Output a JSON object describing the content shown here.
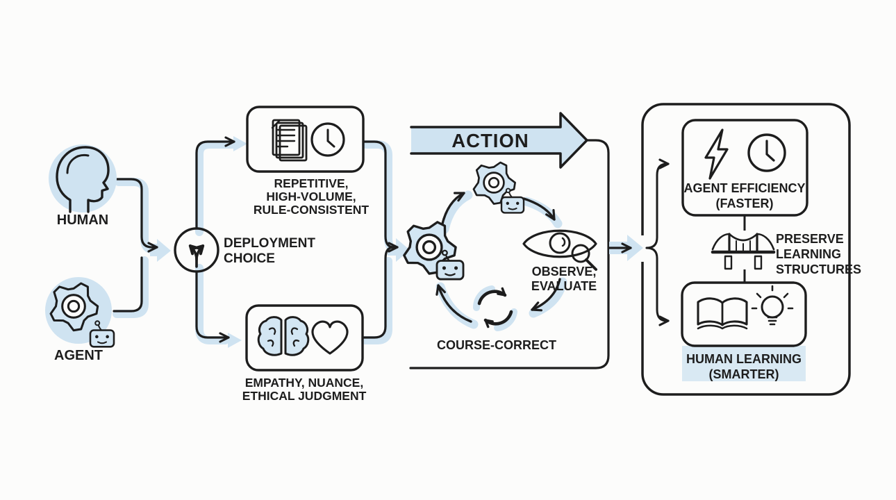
{
  "palette": {
    "accent_blue": "#cfe3f1",
    "box_blue": "#d3e6f3",
    "ink": "#1d1d1d",
    "background": "#fcfcfb"
  },
  "inputs": {
    "human_label": "HUMAN",
    "agent_label": "AGENT"
  },
  "decision": {
    "line1": "DEPLOYMENT",
    "line2": "CHOICE"
  },
  "agent_tasks": {
    "line1": "REPETITIVE,",
    "line2": "HIGH-VOLUME,",
    "line3": "RULE-CONSISTENT"
  },
  "human_tasks": {
    "line1": "EMPATHY, NUANCE,",
    "line2": "ETHICAL JUDGMENT"
  },
  "action": {
    "label": "ACTION"
  },
  "loop": {
    "observe_line1": "OBSERVE,",
    "observe_line2": "EVALUATE",
    "course_correct": "COURSE-CORRECT"
  },
  "outcomes": {
    "agent_line1": "AGENT EFFICIENCY",
    "agent_line2": "(FASTER)",
    "bridge_line1": "PRESERVE",
    "bridge_line2": "LEARNING",
    "bridge_line3": "STRUCTURES",
    "human_line1": "HUMAN LEARNING",
    "human_line2": "(SMARTER)"
  },
  "icons": {
    "human": "head-profile-icon",
    "agent": "gear-robot-icon",
    "decision": "branch-arrows-icon",
    "agent_tasks": [
      "documents-icon",
      "clock-icon"
    ],
    "human_tasks": [
      "brain-icon",
      "heart-icon"
    ],
    "loop": [
      "gear-robot-icon",
      "eye-magnifier-icon",
      "refresh-icon"
    ],
    "agent_outcome": [
      "lightning-icon",
      "clock-icon"
    ],
    "bridge": "bridge-icon",
    "human_outcome": [
      "open-book-icon",
      "lightbulb-icon"
    ]
  }
}
